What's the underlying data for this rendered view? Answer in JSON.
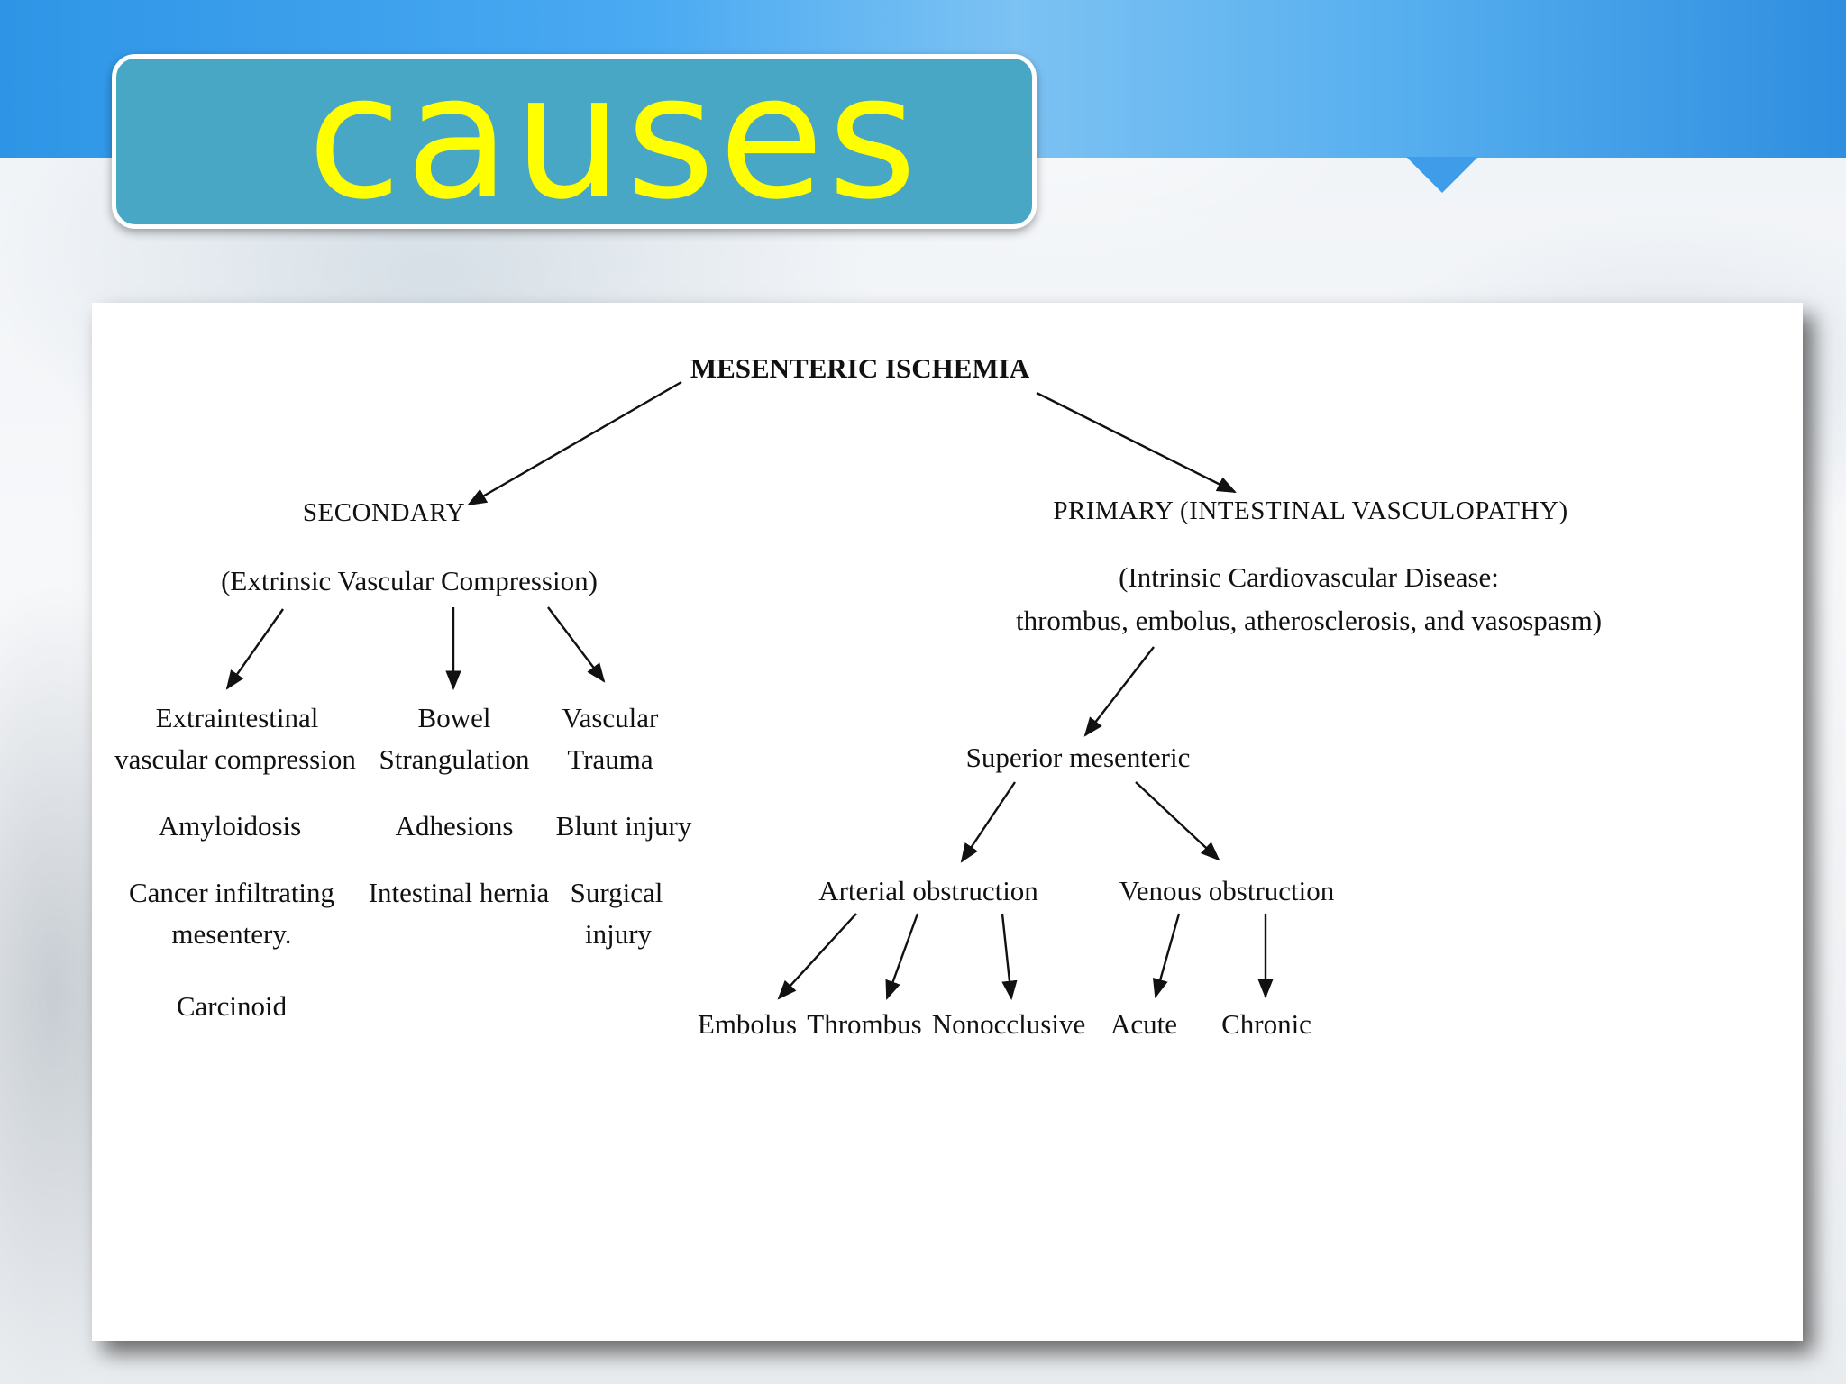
{
  "slide": {
    "title": "causes"
  },
  "diagram": {
    "root": "MESENTERIC ISCHEMIA",
    "secondary": {
      "label": "SECONDARY",
      "subtitle": "(Extrinsic Vascular Compression)",
      "columns": [
        {
          "heading_line1": "Extraintestinal",
          "heading_line2": "vascular compression",
          "items": [
            "Amyloidosis",
            "Cancer infiltrating",
            "mesentery.",
            "Carcinoid"
          ]
        },
        {
          "heading_line1": "Bowel",
          "heading_line2": "Strangulation",
          "items": [
            "Adhesions",
            "Intestinal hernia"
          ]
        },
        {
          "heading_line1": "Vascular",
          "heading_line2": "Trauma",
          "items": [
            "Blunt injury",
            "Surgical",
            "injury"
          ]
        }
      ]
    },
    "primary": {
      "label": "PRIMARY (INTESTINAL VASCULOPATHY)",
      "subtitle_line1": "(Intrinsic Cardiovascular Disease:",
      "subtitle_line2": "thrombus, embolus, atherosclerosis, and vasospasm)",
      "superior": "Superior mesenteric",
      "arterial": {
        "label": "Arterial obstruction",
        "children": [
          "Embolus",
          "Thrombus",
          "Nonocclusive"
        ]
      },
      "venous": {
        "label": "Venous obstruction",
        "children": [
          "Acute",
          "Chronic"
        ]
      }
    }
  }
}
